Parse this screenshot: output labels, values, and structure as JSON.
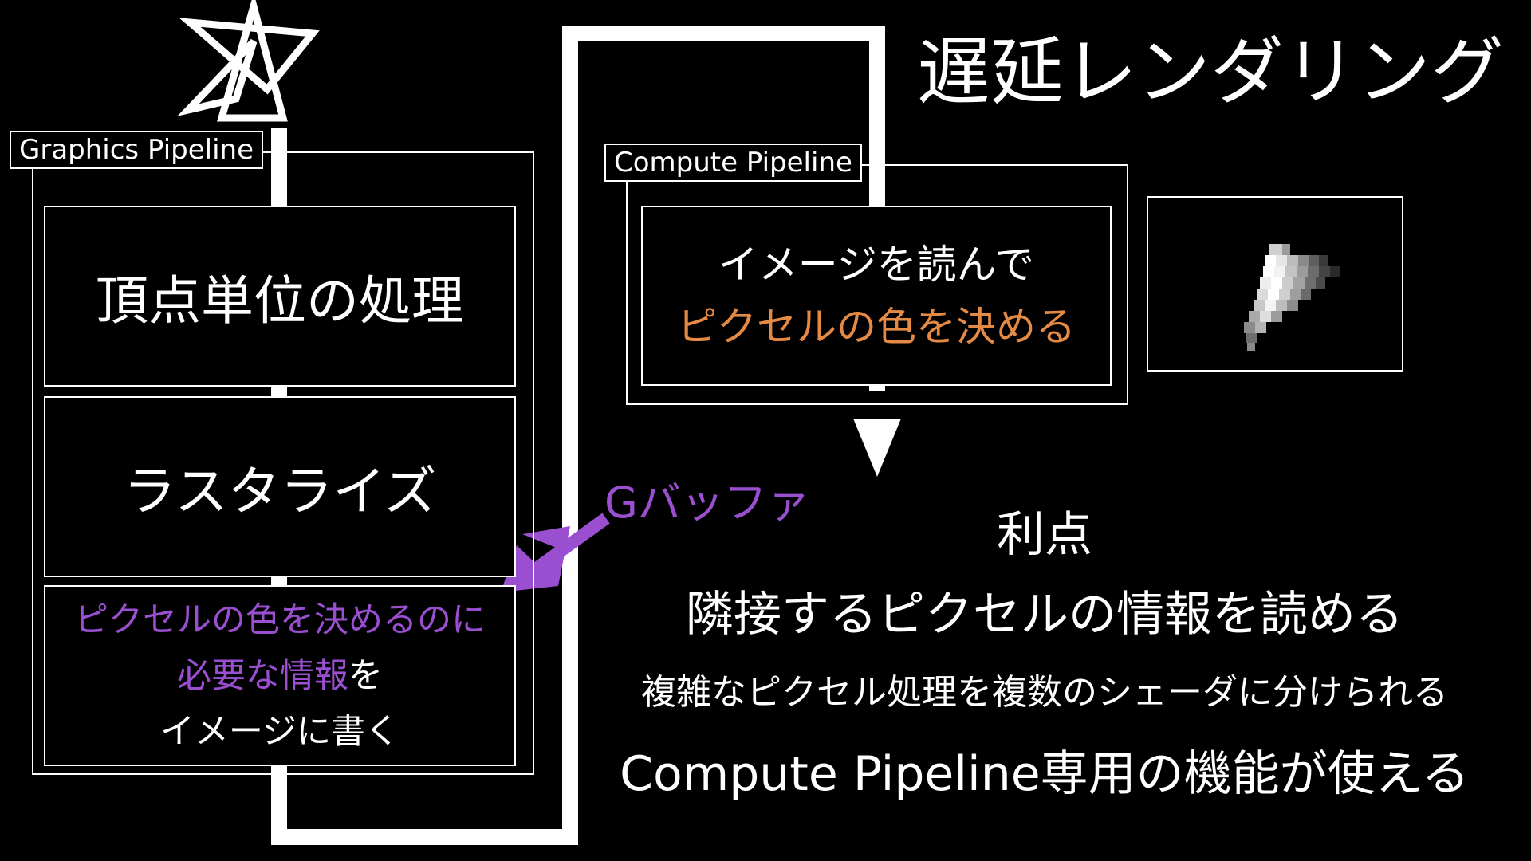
{
  "title": "遅延レンダリング",
  "graphics_pipeline": {
    "label": "Graphics Pipeline",
    "stages": {
      "vertex": "頂点単位の処理",
      "rasterize": "ラスタライズ",
      "pixel": {
        "line1_purple": "ピクセルの色を決めるのに",
        "line2_purple": "必要な情報",
        "line2_rest": "を",
        "line3": "イメージに書く"
      }
    }
  },
  "compute_pipeline": {
    "label": "Compute Pipeline",
    "stage": {
      "line1": "イメージを読んで",
      "line2_orange": "ピクセルの色を決める"
    }
  },
  "gbuffer_label": "Gバッファ",
  "benefits": {
    "heading": "利点",
    "items": [
      "隣接するピクセルの情報を読める",
      "複雑なピクセル処理を複数のシェーダに分けられる",
      "Compute Pipeline専用の機能が使える"
    ]
  },
  "colors": {
    "background": "#000000",
    "foreground": "#ffffff",
    "accent_purple": "#9a4fd1",
    "accent_orange": "#e58a44"
  },
  "icons": {
    "triangles": "wireframe-triangles-icon",
    "output": "rendered-shape-preview",
    "flow": "flow-path-arrow"
  }
}
